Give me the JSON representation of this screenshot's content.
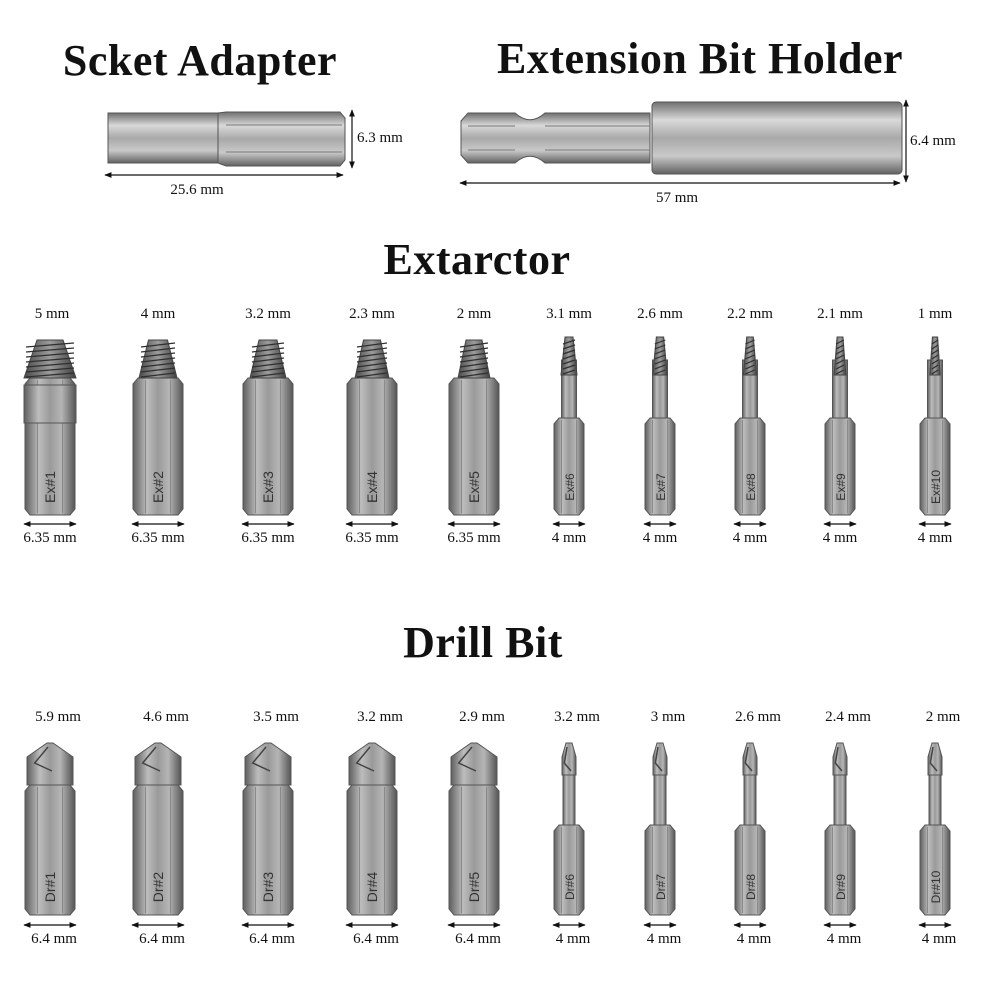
{
  "sections": {
    "socket_adapter": {
      "title": "Scket Adapter",
      "length": "25.6 mm",
      "diameter": "6.3 mm"
    },
    "extension_holder": {
      "title": "Extension Bit Holder",
      "length": "57 mm",
      "diameter": "6.4 mm"
    },
    "extractor": {
      "title": "Extarctor"
    },
    "drill_bit": {
      "title": "Drill Bit"
    }
  },
  "extractors": [
    {
      "top": "5 mm",
      "code": "Ex#1",
      "bottom": "6.35 mm"
    },
    {
      "top": "4 mm",
      "code": "Ex#2",
      "bottom": "6.35 mm"
    },
    {
      "top": "3.2 mm",
      "code": "Ex#3",
      "bottom": "6.35 mm"
    },
    {
      "top": "2.3 mm",
      "code": "Ex#4",
      "bottom": "6.35 mm"
    },
    {
      "top": "2 mm",
      "code": "Ex#5",
      "bottom": "6.35 mm"
    },
    {
      "top": "3.1 mm",
      "code": "Ex#6",
      "bottom": "4 mm"
    },
    {
      "top": "2.6 mm",
      "code": "Ex#7",
      "bottom": "4 mm"
    },
    {
      "top": "2.2 mm",
      "code": "Ex#8",
      "bottom": "4 mm"
    },
    {
      "top": "2.1 mm",
      "code": "Ex#9",
      "bottom": "4 mm"
    },
    {
      "top": "1 mm",
      "code": "Ex#10",
      "bottom": "4 mm"
    }
  ],
  "drill_bits": [
    {
      "top": "5.9 mm",
      "code": "Dr#1",
      "bottom": "6.4 mm"
    },
    {
      "top": "4.6 mm",
      "code": "Dr#2",
      "bottom": "6.4 mm"
    },
    {
      "top": "3.5 mm",
      "code": "Dr#3",
      "bottom": "6.4 mm"
    },
    {
      "top": "3.2 mm",
      "code": "Dr#4",
      "bottom": "6.4 mm"
    },
    {
      "top": "2.9 mm",
      "code": "Dr#5",
      "bottom": "6.4 mm"
    },
    {
      "top": "3.2 mm",
      "code": "Dr#6",
      "bottom": "4 mm"
    },
    {
      "top": "3 mm",
      "code": "Dr#7",
      "bottom": "4 mm"
    },
    {
      "top": "2.6 mm",
      "code": "Dr#8",
      "bottom": "4 mm"
    },
    {
      "top": "2.4 mm",
      "code": "Dr#9",
      "bottom": "4 mm"
    },
    {
      "top": "2 mm",
      "code": "Dr#10",
      "bottom": "4 mm"
    }
  ]
}
